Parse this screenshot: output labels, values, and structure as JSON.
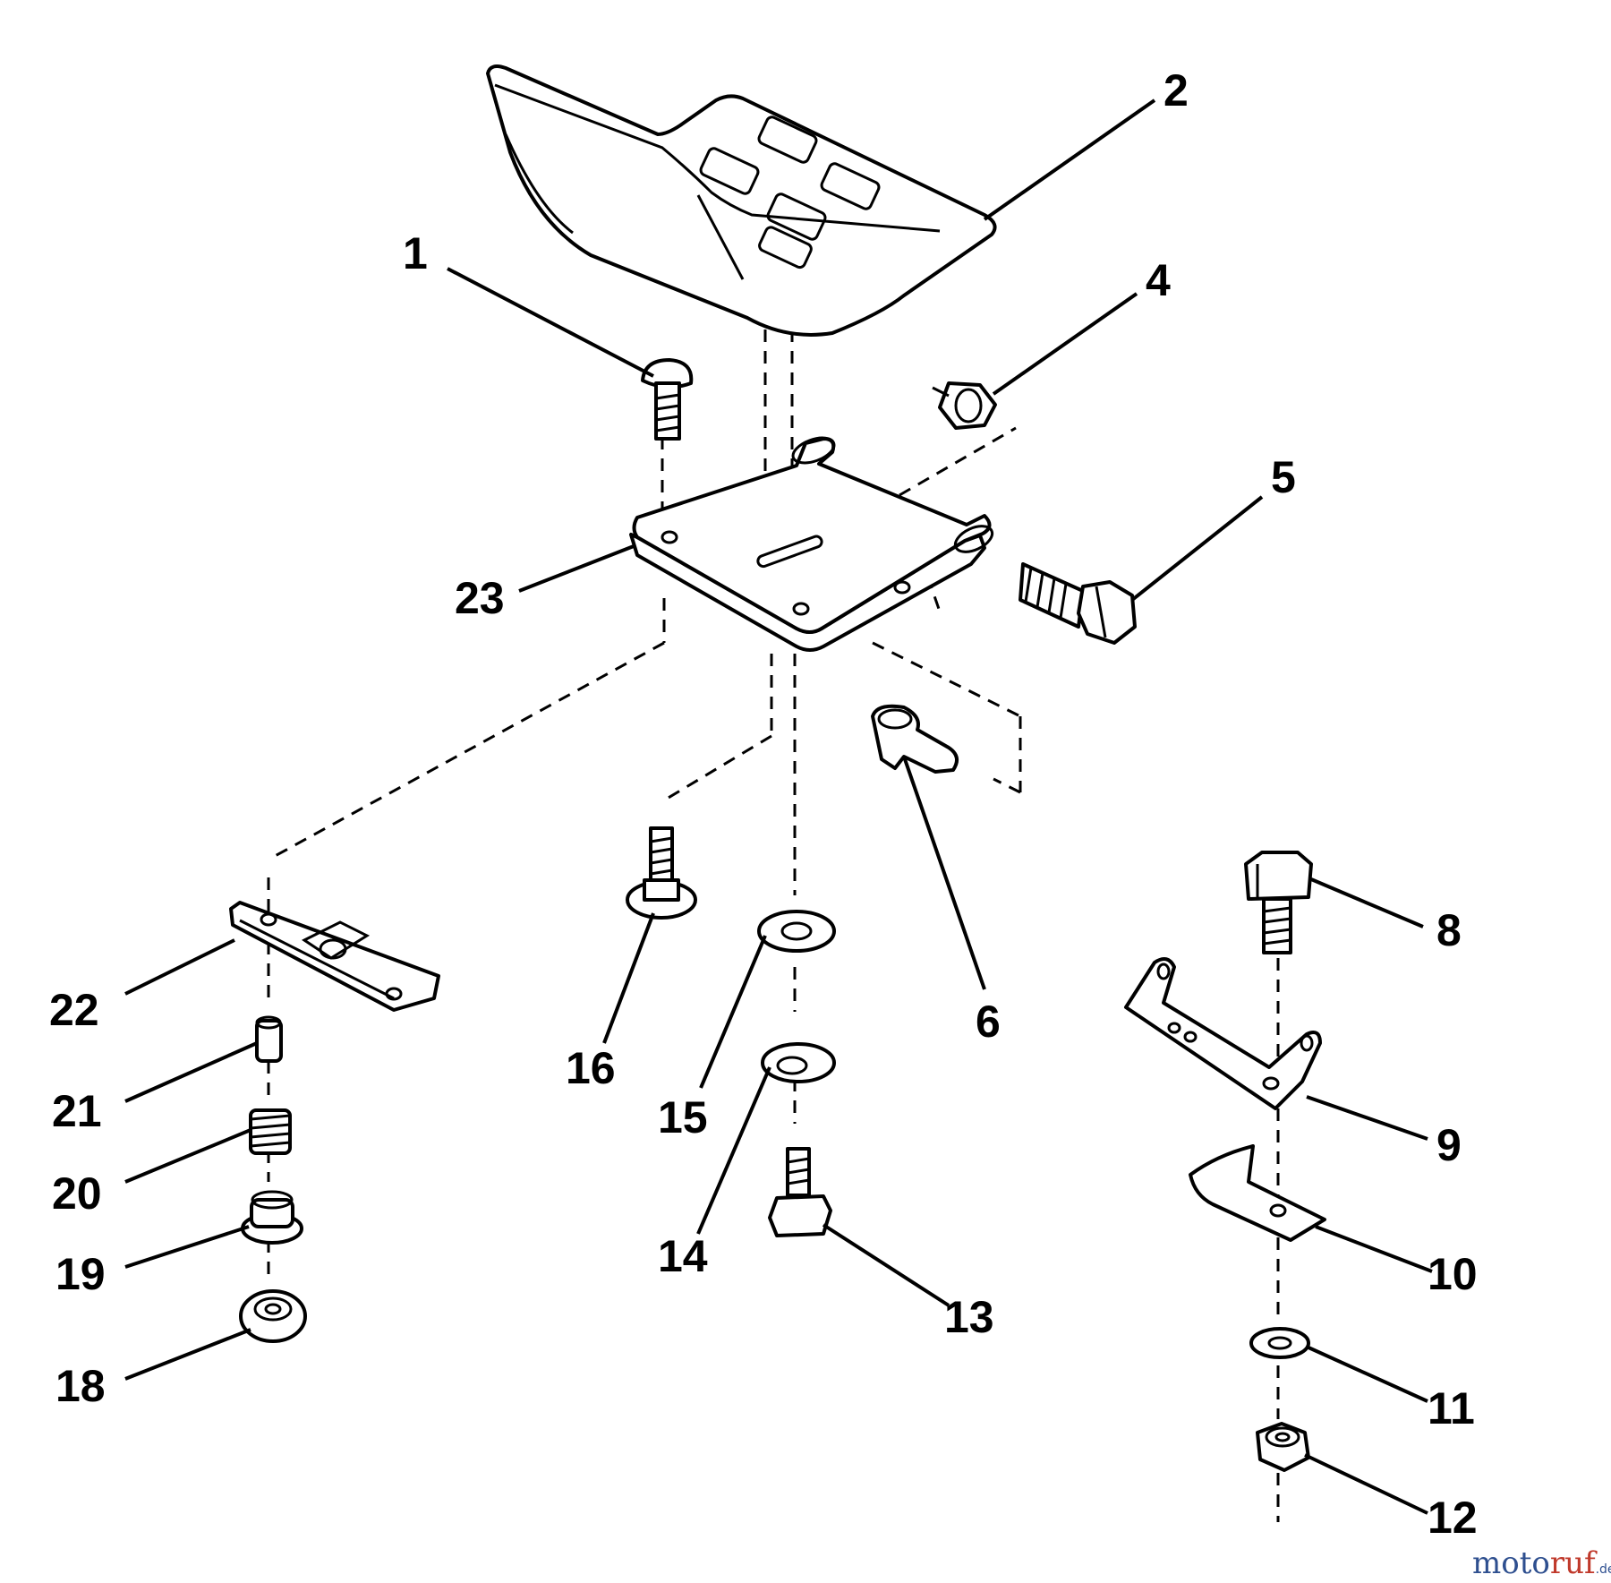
{
  "callouts": [
    {
      "id": "1",
      "text": "1"
    },
    {
      "id": "2",
      "text": "2"
    },
    {
      "id": "4",
      "text": "4"
    },
    {
      "id": "5",
      "text": "5"
    },
    {
      "id": "6",
      "text": "6"
    },
    {
      "id": "8",
      "text": "8"
    },
    {
      "id": "9",
      "text": "9"
    },
    {
      "id": "10",
      "text": "10"
    },
    {
      "id": "11",
      "text": "11"
    },
    {
      "id": "12",
      "text": "12"
    },
    {
      "id": "13",
      "text": "13"
    },
    {
      "id": "14",
      "text": "14"
    },
    {
      "id": "15",
      "text": "15"
    },
    {
      "id": "16",
      "text": "16"
    },
    {
      "id": "18",
      "text": "18"
    },
    {
      "id": "19",
      "text": "19"
    },
    {
      "id": "20",
      "text": "20"
    },
    {
      "id": "21",
      "text": "21"
    },
    {
      "id": "22",
      "text": "22"
    },
    {
      "id": "23",
      "text": "23"
    }
  ],
  "watermark": {
    "part1": "moto",
    "part2": "ruf",
    "suffix": ".de"
  }
}
